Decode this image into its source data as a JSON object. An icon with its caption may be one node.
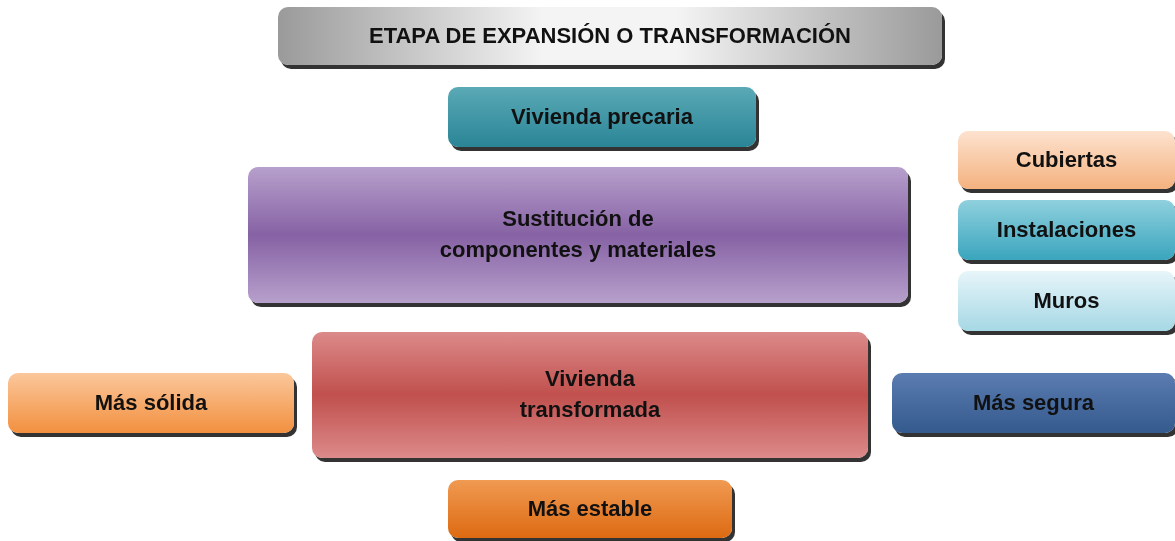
{
  "diagram": {
    "nodes": [
      {
        "text": [
          "ETAPA DE EXPANSIÓN O TRANSFORMACIÓN"
        ]
      },
      {
        "text": [
          "Vivienda precaria"
        ]
      },
      {
        "text": [
          "Cubiertas"
        ]
      },
      {
        "text": [
          "Sustitución de componentes y materiales"
        ]
      },
      {
        "text": [
          "Instalaciones"
        ]
      },
      {
        "text": [
          "Muros"
        ]
      },
      {
        "text": [
          "Vivienda transformada"
        ]
      },
      {
        "text": [
          "Más sólida"
        ]
      },
      {
        "text": [
          "Más segura"
        ]
      },
      {
        "text": [
          "Más estable"
        ]
      }
    ]
  }
}
